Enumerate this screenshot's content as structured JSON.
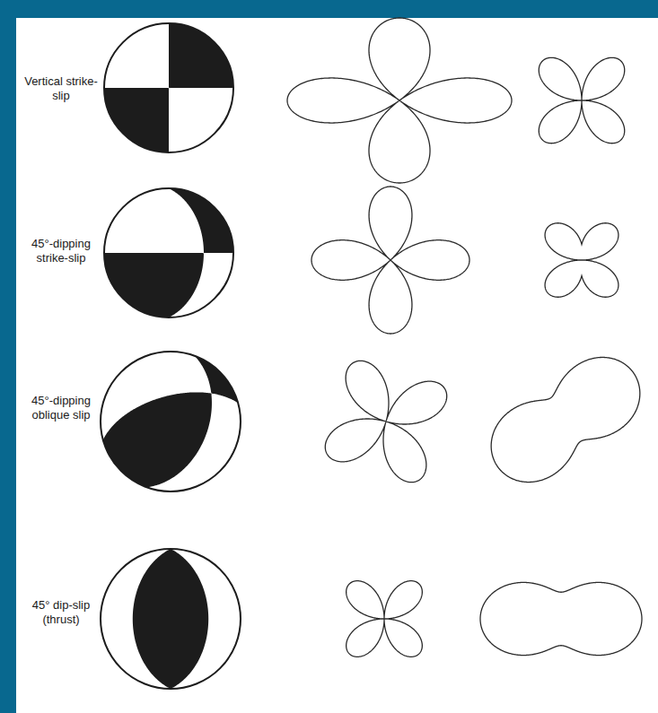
{
  "diagram": {
    "labels": [
      "Vertical strike-slip",
      "45°-dipping strike-slip",
      "45°-dipping oblique slip",
      "45° dip-slip (thrust)"
    ]
  }
}
